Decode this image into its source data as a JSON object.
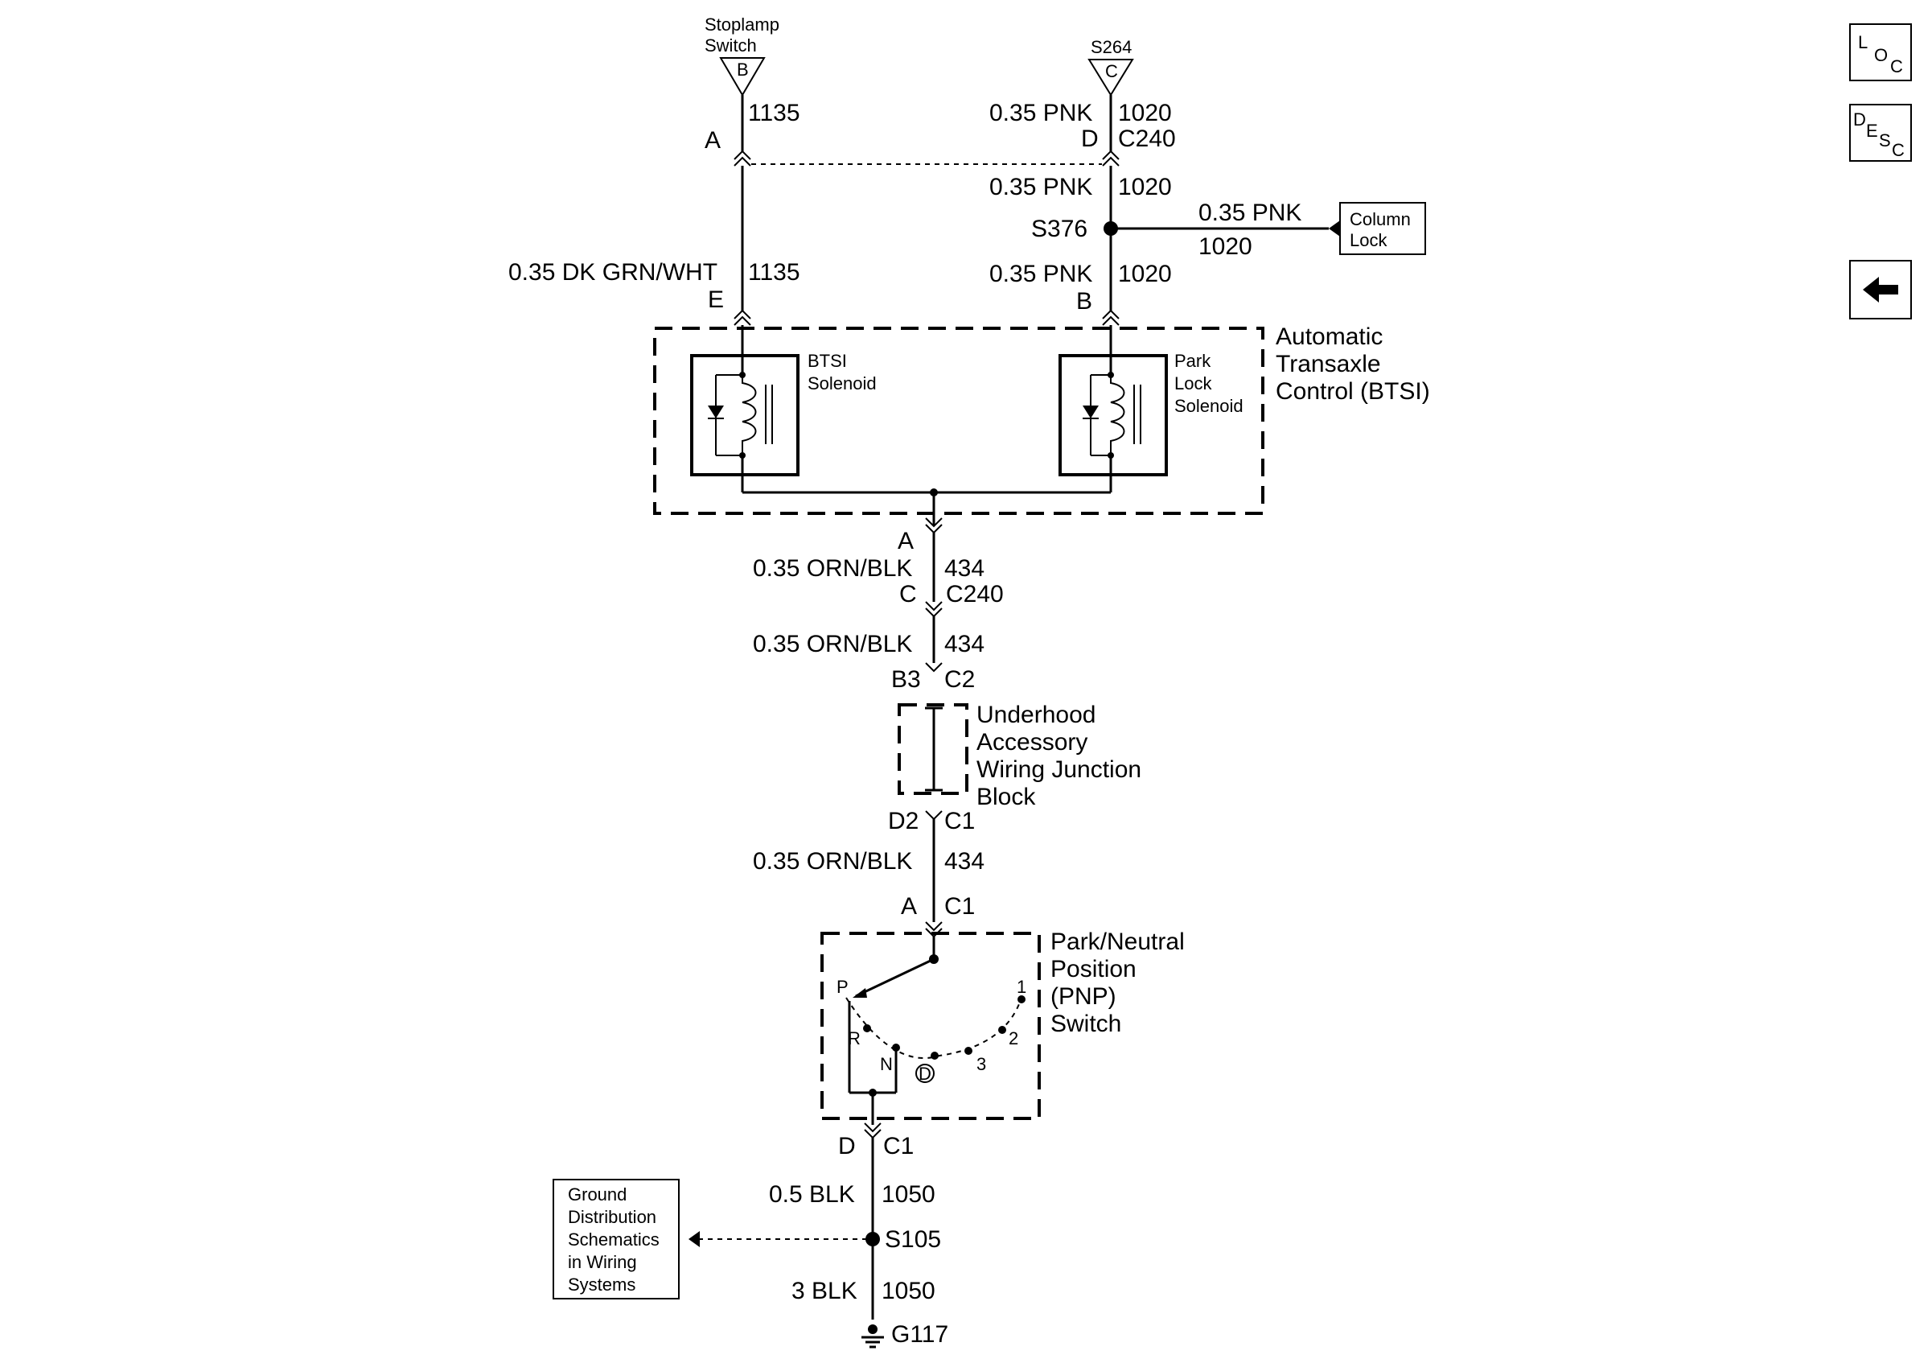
{
  "nav": {
    "loc": {
      "a": "L",
      "b": "O",
      "c": "C"
    },
    "desc": {
      "a": "D",
      "b": "E",
      "c": "S",
      "d": "C"
    },
    "back_icon": "left-arrow-icon"
  },
  "top": {
    "stoplamp_label_1": "Stoplamp",
    "stoplamp_label_2": "Switch",
    "stoplamp_term": "B",
    "s264_label": "S264",
    "s264_term": "C",
    "w1135_top": "1135",
    "pnk_a": "0.35 PNK",
    "w1020_a": "1020",
    "conn_a": "A",
    "conn_d": "D",
    "c240_a": "C240",
    "pnk_b": "0.35 PNK",
    "w1020_b": "1020",
    "s376": "S376",
    "pnk_col": "0.35 PNK",
    "w1020_col": "1020",
    "column_lock_1": "Column",
    "column_lock_2": "Lock",
    "dkgrn": "0.35 DK GRN/WHT",
    "w1135_mid": "1135",
    "conn_e": "E",
    "pnk_c": "0.35 PNK",
    "w1020_c": "1020",
    "conn_b": "B"
  },
  "btsi": {
    "title_1": "Automatic",
    "title_2": "Transaxle",
    "title_3": "Control (BTSI)",
    "solenoid_1a": "BTSI",
    "solenoid_1b": "Solenoid",
    "solenoid_2a": "Park",
    "solenoid_2b": "Lock",
    "solenoid_2c": "Solenoid"
  },
  "mid": {
    "conn_a2": "A",
    "orn1": "0.35 ORN/BLK",
    "w434_1": "434",
    "conn_c": "C",
    "c240_b": "C240",
    "orn2": "0.35 ORN/BLK",
    "w434_2": "434",
    "b3": "B3",
    "c2": "C2",
    "junction_1": "Underhood",
    "junction_2": "Accessory",
    "junction_3": "Wiring Junction",
    "junction_4": "Block",
    "d2": "D2",
    "c1_a": "C1",
    "orn3": "0.35 ORN/BLK",
    "w434_3": "434",
    "conn_a3": "A",
    "c1_b": "C1"
  },
  "pnp": {
    "title_1": "Park/Neutral",
    "title_2": "Position",
    "title_3": "(PNP)",
    "title_4": "Switch",
    "pos_p": "P",
    "pos_r": "R",
    "pos_n": "N",
    "pos_d": "D",
    "pos_3": "3",
    "pos_2": "2",
    "pos_1": "1"
  },
  "ground": {
    "conn_d": "D",
    "c1": "C1",
    "blk1": "0.5 BLK",
    "w1050_1": "1050",
    "s105": "S105",
    "blk2": "3 BLK",
    "w1050_2": "1050",
    "g117": "G117",
    "ref_1": "Ground",
    "ref_2": "Distribution",
    "ref_3": "Schematics",
    "ref_4": "in Wiring",
    "ref_5": "Systems"
  }
}
